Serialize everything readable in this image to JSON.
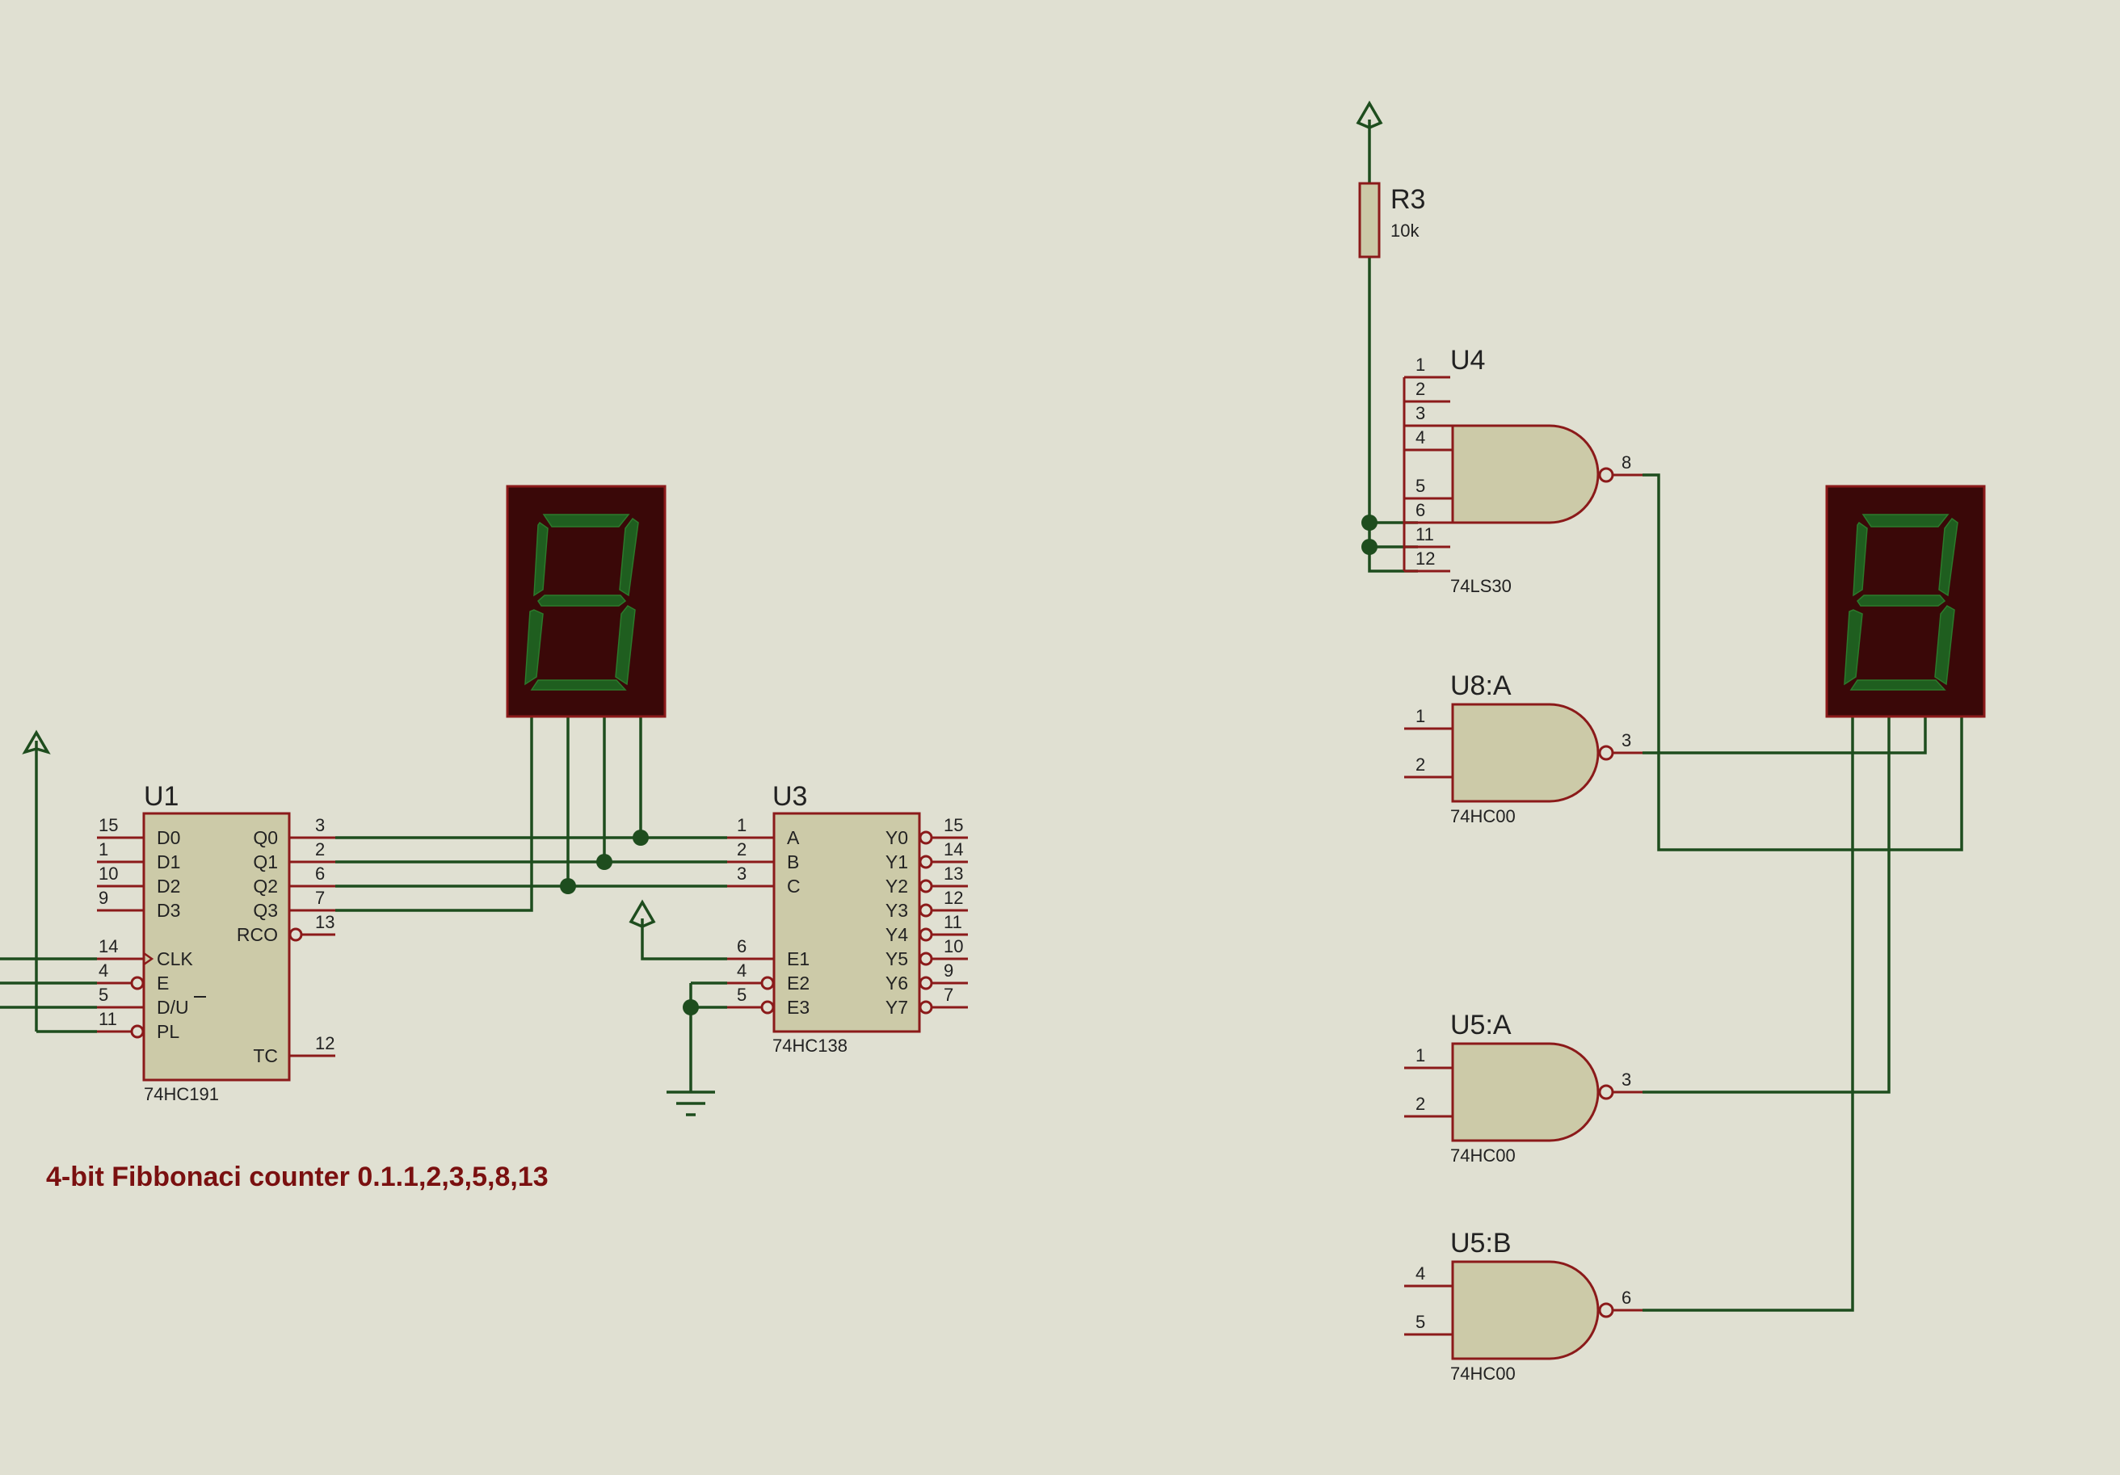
{
  "colors": {
    "background": "#e0e0d2",
    "wire": "#1e4d1e",
    "pin": "#8b1a1a",
    "body_fill": "#cccaa8",
    "body_stroke": "#8b1a1a",
    "junction": "#1e4d1e",
    "display_bg": "#3a0808",
    "segment": "#1f5e1f",
    "annotation": "#7a1010"
  },
  "annotation": "4-bit Fibbonaci counter 0.1.1,2,3,5,8,13",
  "u1": {
    "ref": "U1",
    "part": "74HC191",
    "left_pins": [
      {
        "num": "15",
        "name": "D0"
      },
      {
        "num": "1",
        "name": "D1"
      },
      {
        "num": "10",
        "name": "D2"
      },
      {
        "num": "9",
        "name": "D3"
      },
      {
        "num": "14",
        "name": "CLK"
      },
      {
        "num": "4",
        "name": "E"
      },
      {
        "num": "5",
        "name": "D/U"
      },
      {
        "num": "11",
        "name": "PL"
      }
    ],
    "right_pins": [
      {
        "num": "3",
        "name": "Q0"
      },
      {
        "num": "2",
        "name": "Q1"
      },
      {
        "num": "6",
        "name": "Q2"
      },
      {
        "num": "7",
        "name": "Q3"
      },
      {
        "num": "13",
        "name": "RCO"
      },
      {
        "num": "12",
        "name": "TC"
      }
    ]
  },
  "u3": {
    "ref": "U3",
    "part": "74HC138",
    "left_pins": [
      {
        "num": "1",
        "name": "A"
      },
      {
        "num": "2",
        "name": "B"
      },
      {
        "num": "3",
        "name": "C"
      },
      {
        "num": "6",
        "name": "E1"
      },
      {
        "num": "4",
        "name": "E2"
      },
      {
        "num": "5",
        "name": "E3"
      }
    ],
    "right_pins": [
      {
        "num": "15",
        "name": "Y0"
      },
      {
        "num": "14",
        "name": "Y1"
      },
      {
        "num": "13",
        "name": "Y2"
      },
      {
        "num": "12",
        "name": "Y3"
      },
      {
        "num": "11",
        "name": "Y4"
      },
      {
        "num": "10",
        "name": "Y5"
      },
      {
        "num": "9",
        "name": "Y6"
      },
      {
        "num": "7",
        "name": "Y7"
      }
    ]
  },
  "r3": {
    "ref": "R3",
    "value": "10k"
  },
  "u4": {
    "ref": "U4",
    "part": "74LS30",
    "inputs": [
      "1",
      "2",
      "3",
      "4",
      "5",
      "6",
      "11",
      "12"
    ],
    "output": "8"
  },
  "u8a": {
    "ref": "U8:A",
    "part": "74HC00",
    "inputs": [
      "1",
      "2"
    ],
    "output": "3"
  },
  "u5a": {
    "ref": "U5:A",
    "part": "74HC00",
    "inputs": [
      "1",
      "2"
    ],
    "output": "3"
  },
  "u5b": {
    "ref": "U5:B",
    "part": "74HC00",
    "inputs": [
      "4",
      "5"
    ],
    "output": "6"
  }
}
